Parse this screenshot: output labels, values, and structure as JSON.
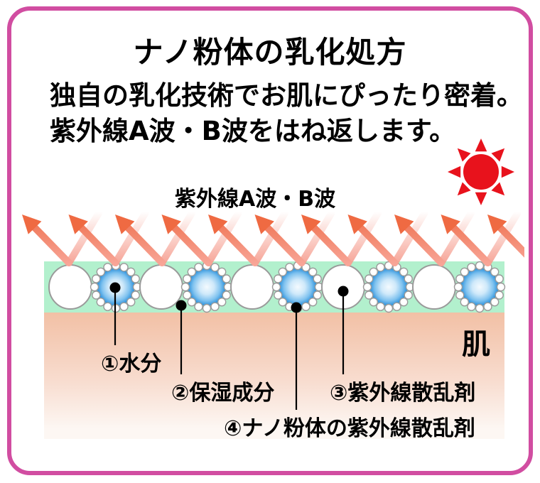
{
  "title": "ナノ粉体の乳化処方",
  "description": [
    "独自の乳化技術でお肌にぴったり密着。",
    "紫外線A波・B波をはね返します。"
  ],
  "diagram": {
    "uv_wave_label": "紫外線A波・B波",
    "skin_label": "肌",
    "annotations": [
      {
        "label": "①水分"
      },
      {
        "label": "②保湿成分"
      },
      {
        "label": "③紫外線散乱剤"
      },
      {
        "label": "④ナノ粉体の紫外線散乱剤"
      }
    ],
    "particle_band": {
      "circle_count": 10,
      "alternating_types": [
        "uv-scatter-particle",
        "nano-coated-water-particle"
      ],
      "beads_per_nano_particle": 16
    },
    "reflection_arrow_count": 11,
    "icons": {
      "sun": "sun-icon"
    }
  },
  "colors": {
    "frame_pink": "#d14da1",
    "sun_red": "#e8121c",
    "arrow_head": "#ef6a42",
    "arrow_grad_top": "#ee6f4c",
    "arrow_grad_bottom": "#f8a597",
    "arrow_faded": "#f59a8b",
    "band_green": "#b2f0cd",
    "skin_top": "#f2c0a5",
    "skin_bottom": "#fdf7f3",
    "particle_blue_center": "#f4fafe",
    "particle_blue_light": "#cfe9fa",
    "particle_blue_mid": "#7fc2ef",
    "particle_blue_edge": "#2e92dc",
    "outline_gray": "#9a9a9a",
    "leader_black": "#000000"
  }
}
